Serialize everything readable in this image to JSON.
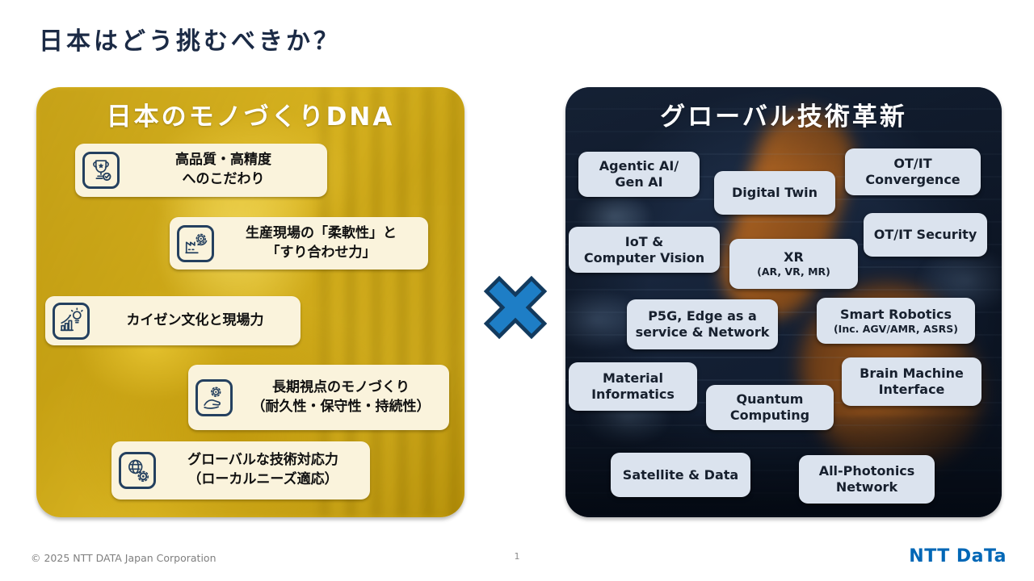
{
  "slide": {
    "title": "日本はどう挑むべきか？",
    "footer_copyright": "© 2025 NTT DATA Japan Corporation",
    "page_number": "1",
    "logo_text": "NTT DaTa",
    "operator": "multiply"
  },
  "colors": {
    "title_navy": "#1b2a45",
    "left_panel_yellow": "#d2ab16",
    "left_box_cream": "#faf3dc",
    "icon_navy": "#24405f",
    "right_panel_navy": "#16263c",
    "right_box_blue_gray": "#dbe3ee",
    "operator_blue": "#1e7ec6",
    "operator_border": "#123a5e",
    "logo_blue": "#0067b6",
    "footer_gray": "#7f7f7f"
  },
  "left_panel": {
    "title": "日本のモノづくりDNA",
    "items": [
      {
        "icon": "trophy-icon",
        "text": "高品質・高精度\nへのこだわり"
      },
      {
        "icon": "factory-gear-icon",
        "text": "生産現場の「柔軟性」と\n「すり合わせ力」"
      },
      {
        "icon": "chart-bulb-icon",
        "text": "カイゼン文化と現場力"
      },
      {
        "icon": "hand-gear-icon",
        "text": "長期視点のモノづくり\n（耐久性・保守性・持続性）"
      },
      {
        "icon": "globe-gear-icon",
        "text": "グローバルな技術対応力\n（ローカルニーズ適応）"
      }
    ]
  },
  "right_panel": {
    "title": "グローバル技術革新",
    "items": [
      {
        "label": "Agentic AI/\nGen AI",
        "sub": ""
      },
      {
        "label": "Digital Twin",
        "sub": ""
      },
      {
        "label": "OT/IT\nConvergence",
        "sub": ""
      },
      {
        "label": "IoT &\nComputer Vision",
        "sub": ""
      },
      {
        "label": "XR",
        "sub": "(AR, VR, MR)"
      },
      {
        "label": "OT/IT Security",
        "sub": ""
      },
      {
        "label": "P5G, Edge as a\nservice & Network",
        "sub": ""
      },
      {
        "label": "Smart Robotics",
        "sub": "(Inc. AGV/AMR, ASRS)"
      },
      {
        "label": "Material\nInformatics",
        "sub": ""
      },
      {
        "label": "Quantum\nComputing",
        "sub": ""
      },
      {
        "label": "Brain Machine\nInterface",
        "sub": ""
      },
      {
        "label": "Satellite & Data",
        "sub": ""
      },
      {
        "label": "All-Photonics\nNetwork",
        "sub": ""
      }
    ]
  }
}
